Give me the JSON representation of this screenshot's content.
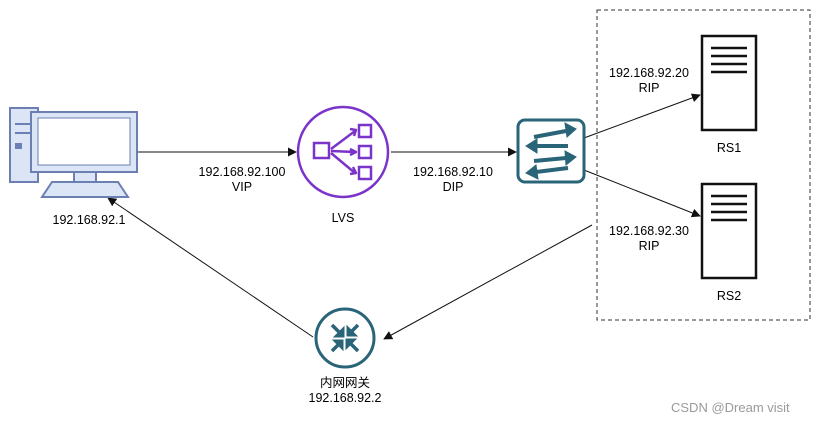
{
  "nodes": {
    "client": {
      "ip": "192.168.92.1"
    },
    "lvs": {
      "name": "LVS"
    },
    "rs1": {
      "name": "RS1"
    },
    "rs2": {
      "name": "RS2"
    },
    "gateway": {
      "name": "内网网关",
      "ip": "192.168.92.2"
    }
  },
  "edges": {
    "client_lvs": {
      "ip": "192.168.92.100",
      "role": "VIP"
    },
    "lvs_switch": {
      "ip": "192.168.92.10",
      "role": "DIP"
    },
    "switch_rs1": {
      "ip": "192.168.92.20",
      "role": "RIP"
    },
    "switch_rs2": {
      "ip": "192.168.92.30",
      "role": "RIP"
    }
  },
  "watermark": "CSDN @Dream visit",
  "colors": {
    "lvs": "#7b34c9",
    "switch": "#2a6478",
    "gateway": "#2a6478",
    "computer_frame": "#6b7fb3",
    "computer_fill": "#dbe5f5",
    "line": "#111111"
  }
}
